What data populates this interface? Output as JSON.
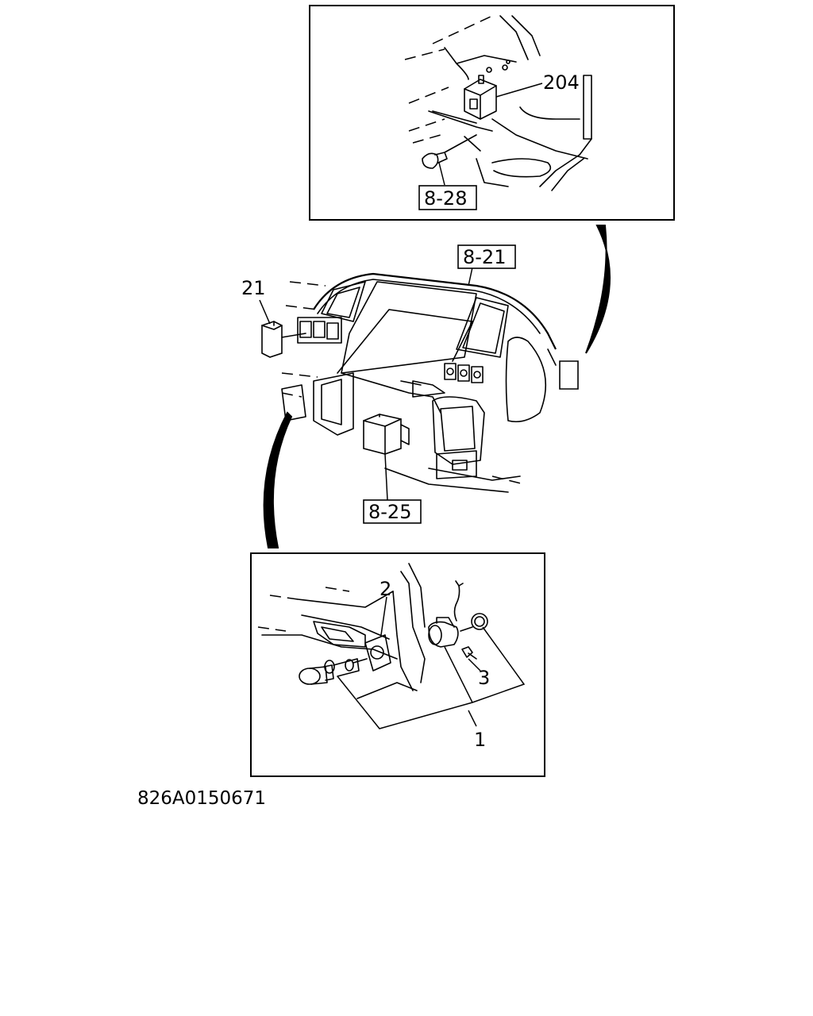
{
  "callouts": {
    "top_inset_part": "204",
    "top_inset_ref": "8-28",
    "main_ref_top": "8-21",
    "main_ref_bottom": "8-25",
    "main_part": "21",
    "bottom_part_2": "2",
    "bottom_part_3": "3",
    "bottom_part_1": "1"
  },
  "figure_code": "826A0150671"
}
